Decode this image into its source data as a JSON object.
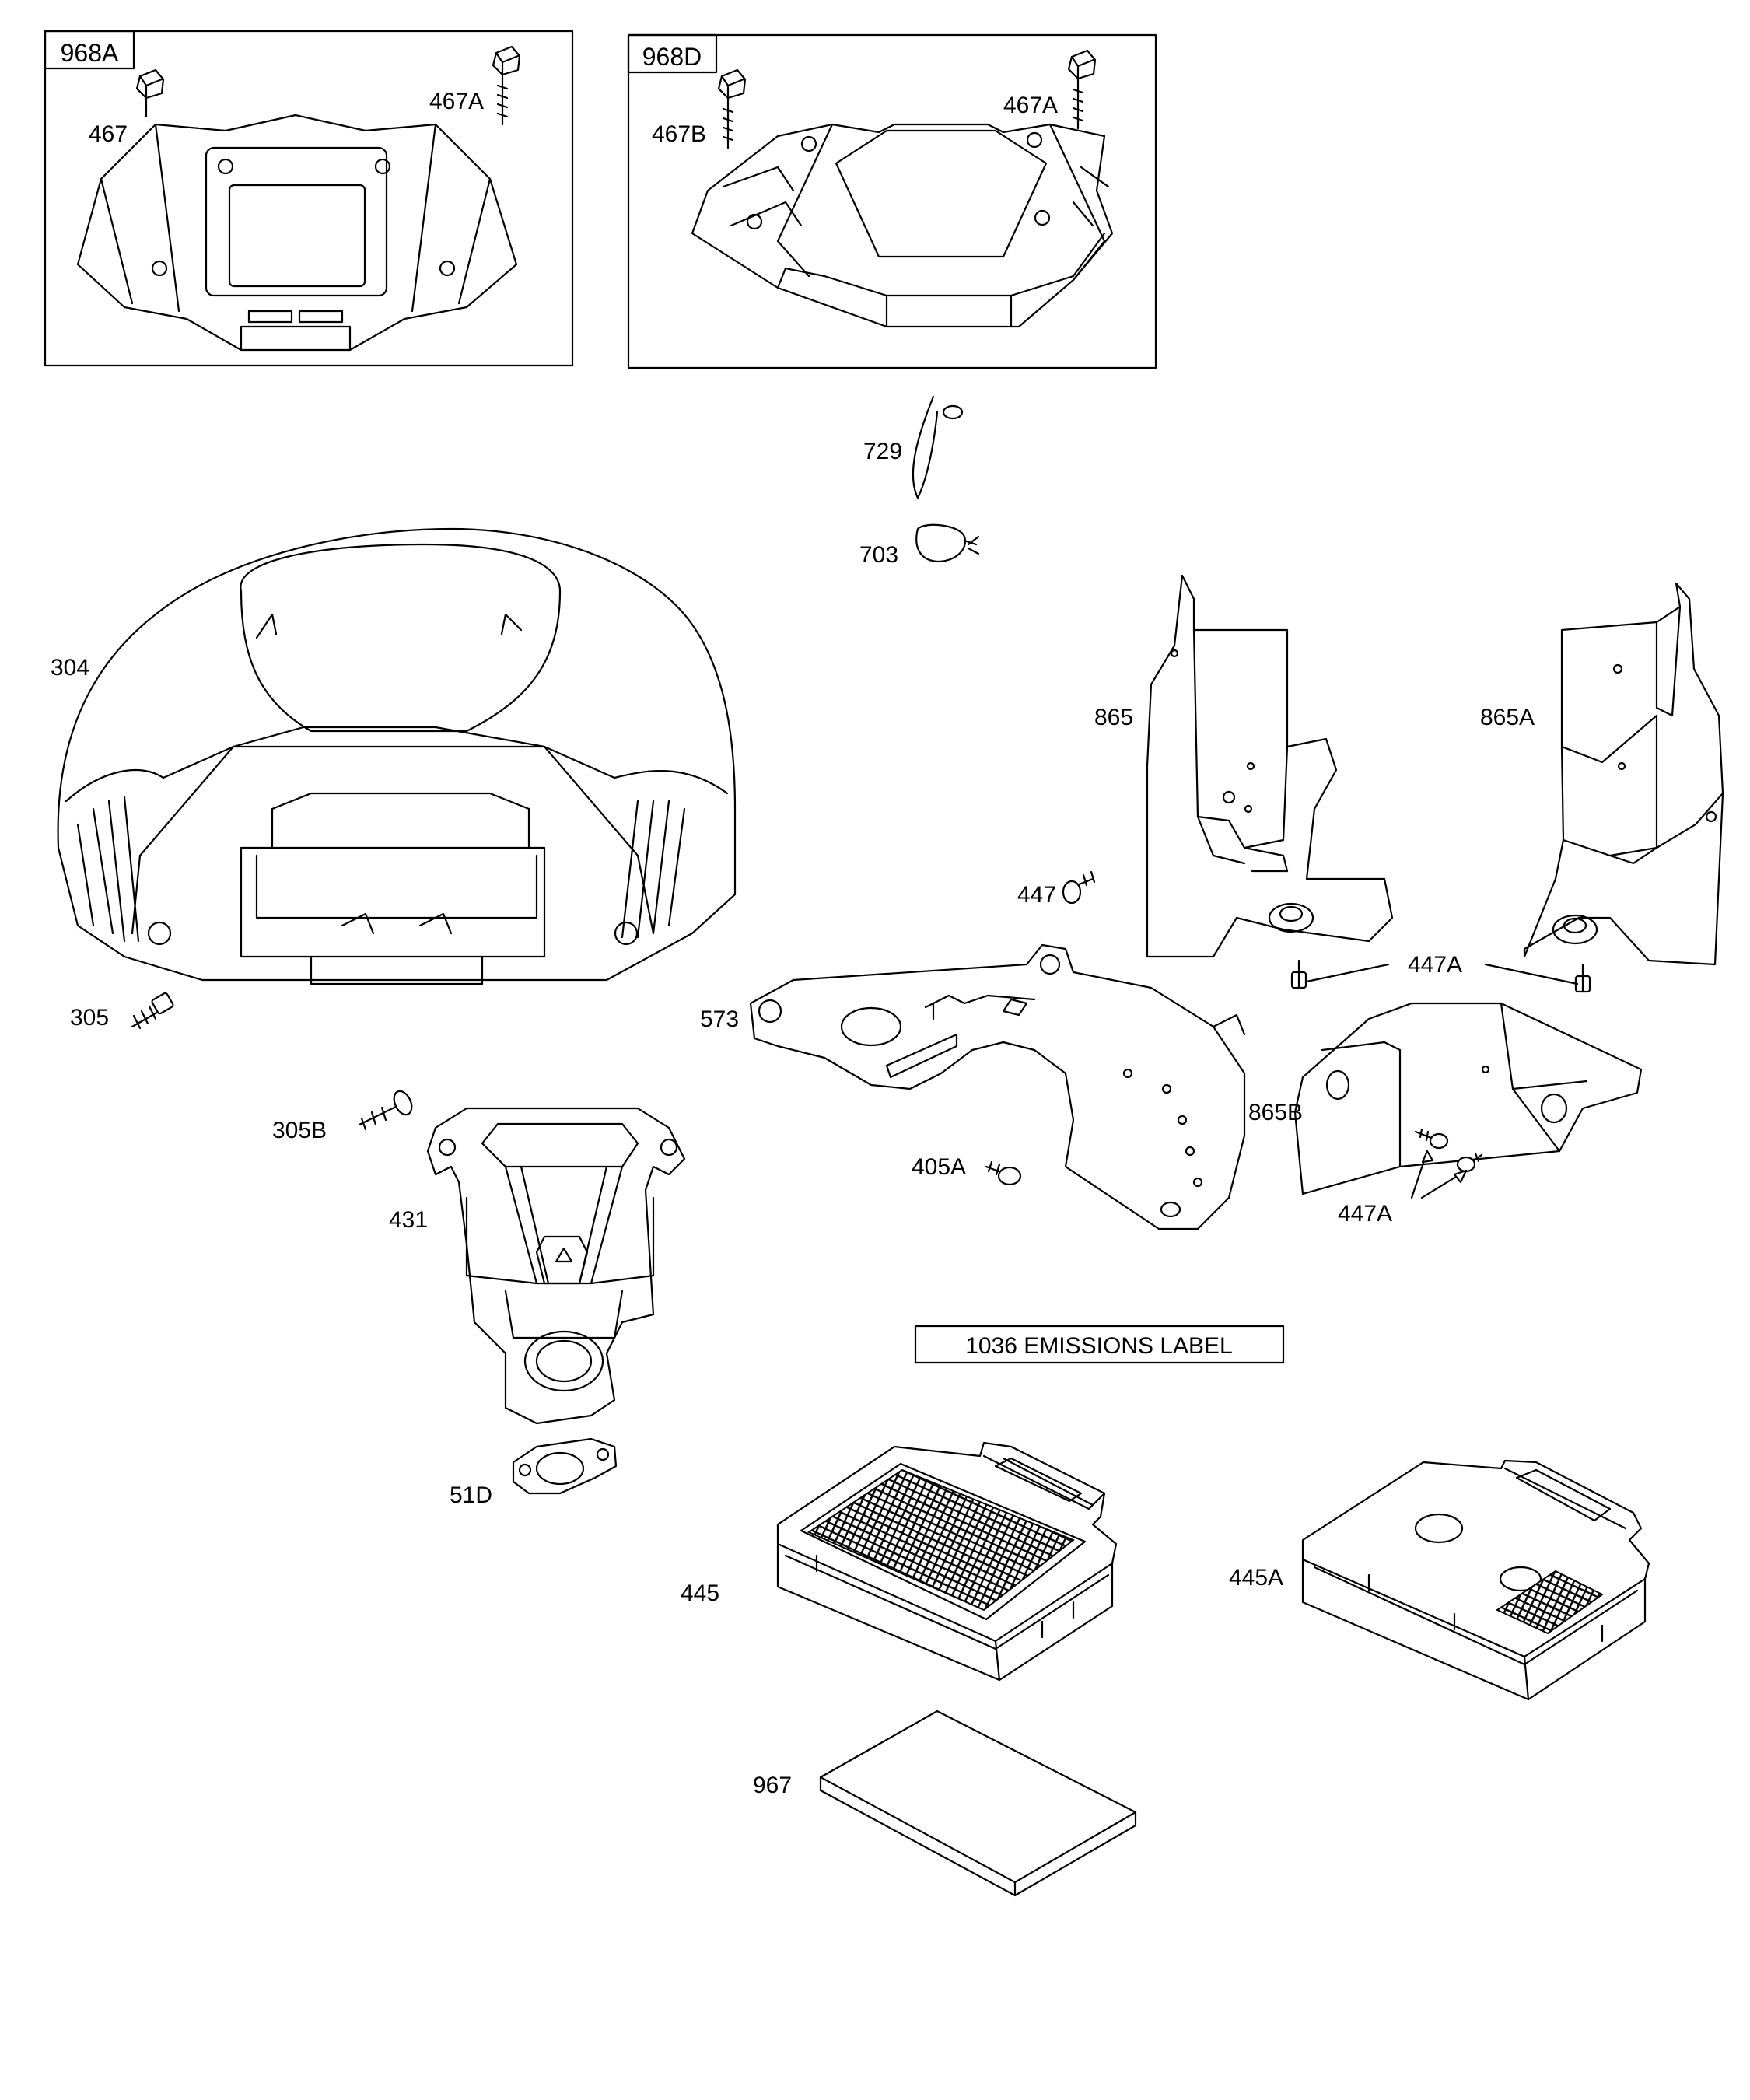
{
  "boxes": {
    "kit_a": "968A",
    "kit_d": "968D"
  },
  "callouts": {
    "p467": "467",
    "p467a_left": "467A",
    "p467b": "467B",
    "p467a_right": "467A",
    "p729": "729",
    "p703": "703",
    "p304": "304",
    "p305": "305",
    "p305b": "305B",
    "p431": "431",
    "p51d": "51D",
    "p573": "573",
    "p405a": "405A",
    "p865": "865",
    "p865a": "865A",
    "p447": "447",
    "p447a_top": "447A",
    "p865b": "865B",
    "p447a_bottom": "447A",
    "p445": "445",
    "p445a": "445A",
    "p967": "967"
  },
  "emissions_label": "1036 EMISSIONS LABEL"
}
